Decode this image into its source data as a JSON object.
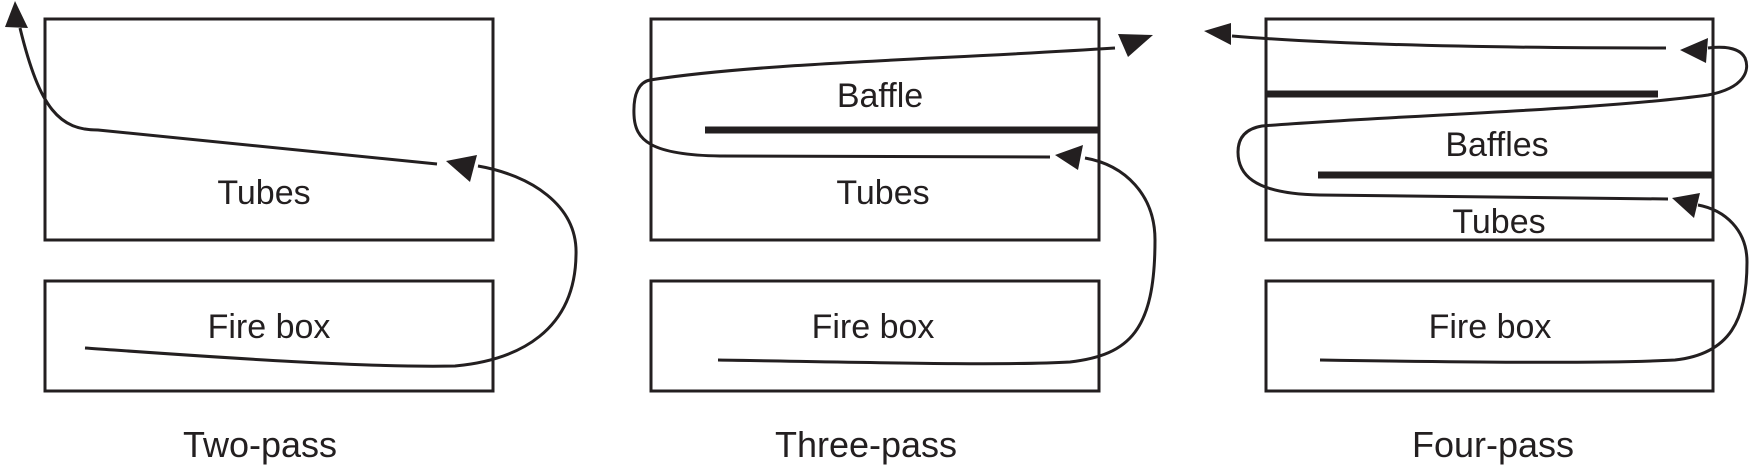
{
  "diagrams": [
    {
      "caption": "Two-pass",
      "tubes_label": "Tubes",
      "firebox_label": "Fire box"
    },
    {
      "caption": "Three-pass",
      "baffle_label": "Baffle",
      "tubes_label": "Tubes",
      "firebox_label": "Fire box"
    },
    {
      "caption": "Four-pass",
      "baffle_label": "Baffles",
      "tubes_label": "Tubes",
      "firebox_label": "Fire box"
    }
  ],
  "colors": {
    "ink": "#231f20",
    "background": "#ffffff"
  }
}
